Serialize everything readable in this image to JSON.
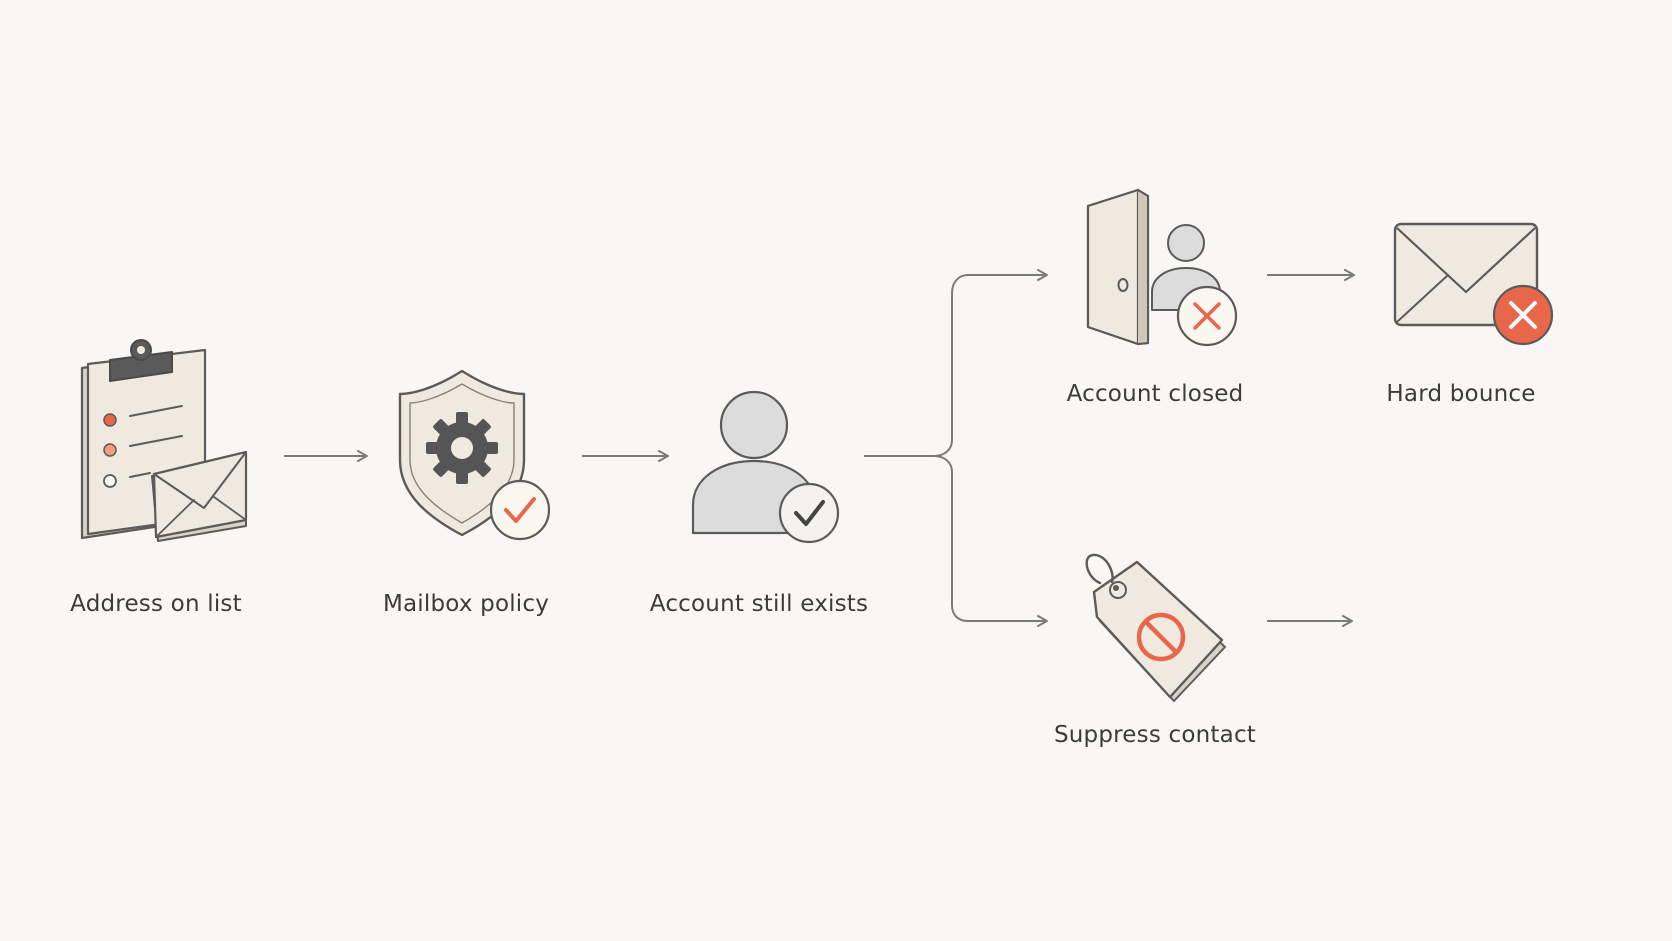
{
  "nodes": [
    {
      "id": "address",
      "label": "Address on list",
      "icon": "clipboard-envelope-icon"
    },
    {
      "id": "policy",
      "label": "Mailbox policy",
      "icon": "shield-gear-check-icon"
    },
    {
      "id": "exists",
      "label": "Account still exists",
      "icon": "person-check-icon"
    },
    {
      "id": "closed",
      "label": "Account closed",
      "icon": "door-person-x-icon"
    },
    {
      "id": "bounce",
      "label": "Hard bounce",
      "icon": "envelope-x-icon"
    },
    {
      "id": "suppress",
      "label": "Suppress contact",
      "icon": "tag-prohibited-icon"
    }
  ],
  "colors": {
    "background": "#f9f7f3",
    "outline": "#5b5b5b",
    "fill_light": "#efe9df",
    "fill_grey": "#dcdcdc",
    "accent": "#e8664a",
    "accent_light": "#f6ddd6",
    "arrow": "#7a7a7a",
    "dark_icon": "#555555"
  }
}
